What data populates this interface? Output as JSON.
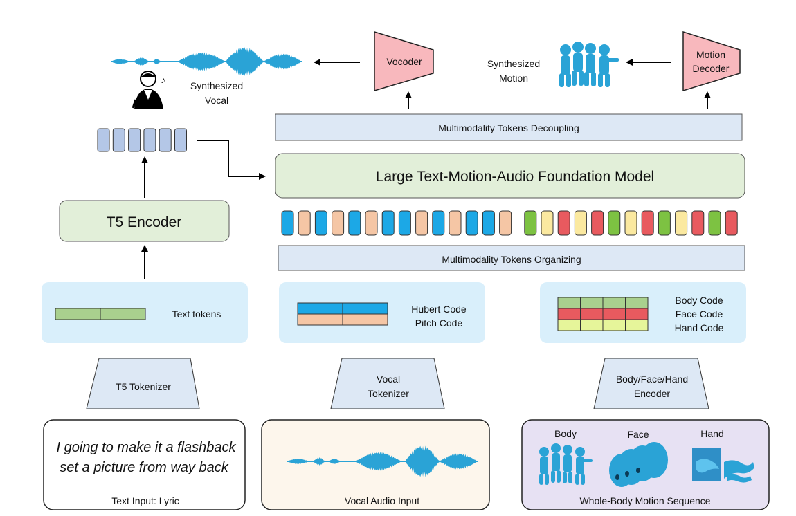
{
  "output": {
    "vocal_label_line1": "Synthesized",
    "vocal_label_line2": "Vocal",
    "motion_label_line1": "Synthesized",
    "motion_label_line2": "Motion",
    "vocoder": "Vocoder",
    "motion_decoder_line1": "Motion",
    "motion_decoder_line2": "Decoder"
  },
  "model": {
    "decoupling": "Multimodality Tokens Decoupling",
    "foundation_model": "Large Text-Motion-Audio Foundation Model",
    "organizing": "Multimodality Tokens Organizing",
    "t5_encoder": "T5 Encoder"
  },
  "codes": {
    "text_tokens": "Text tokens",
    "hubert_code": "Hubert Code",
    "pitch_code": "Pitch Code",
    "body_code": "Body Code",
    "face_code": "Face  Code",
    "hand_code": "Hand Code"
  },
  "tokenizers": {
    "t5": "T5 Tokenizer",
    "vocal_line1": "Vocal",
    "vocal_line2": "Tokenizer",
    "bfh_line1": "Body/Face/Hand",
    "bfh_line2": "Encoder"
  },
  "inputs": {
    "lyric_line1": "I going to make it a flashback",
    "lyric_line2": "set a picture from way back",
    "text_input_caption": "Text Input: Lyric",
    "vocal_input_caption": "Vocal Audio Input",
    "motion_labels": {
      "body": "Body",
      "face": "Face",
      "hand": "Hand"
    },
    "motion_caption": "Whole-Body Motion Sequence"
  },
  "colors": {
    "token_blue": "#1ca8e6",
    "token_peach": "#f5c6a5",
    "token_green": "#7dc242",
    "token_yellow": "#fbe9a0",
    "token_red": "#e85a5f",
    "text_token_green": "#a9d08e",
    "hand_code_yellow": "#e6f59a",
    "encoder_token": "#b4c7e7",
    "pink_box": "#f8b8bd",
    "light_blue_panel": "#d9effb",
    "light_green_box": "#e2efd9",
    "strip_blue": "#dde8f5",
    "cream_panel": "#fdf6ec",
    "lavender_panel": "#e7e1f3",
    "figure_blue": "#2aa3d6"
  },
  "token_sequence": [
    "blue",
    "peach",
    "blue",
    "peach",
    "blue",
    "peach",
    "blue",
    "blue",
    "peach",
    "blue",
    "peach",
    "blue",
    "blue",
    "peach",
    "green",
    "yellow",
    "red",
    "yellow",
    "red",
    "green",
    "yellow",
    "red",
    "green",
    "yellow",
    "red",
    "green",
    "red"
  ]
}
